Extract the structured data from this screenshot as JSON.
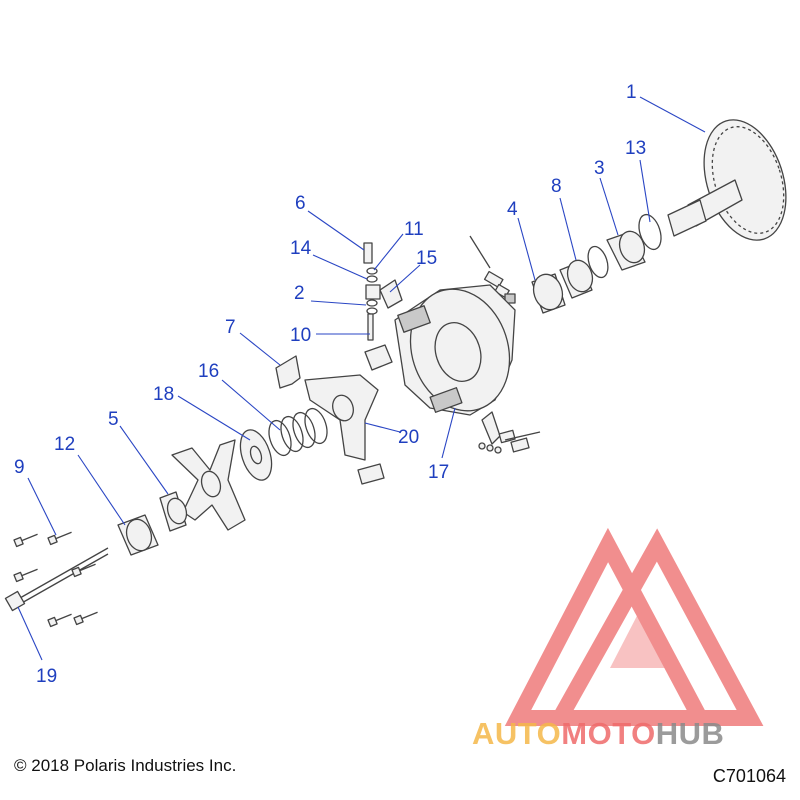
{
  "callouts": [
    {
      "label": "1"
    },
    {
      "label": "2"
    },
    {
      "label": "3"
    },
    {
      "label": "4"
    },
    {
      "label": "5"
    },
    {
      "label": "6"
    },
    {
      "label": "7"
    },
    {
      "label": "8"
    },
    {
      "label": "9"
    },
    {
      "label": "10"
    },
    {
      "label": "11"
    },
    {
      "label": "12"
    },
    {
      "label": "13"
    },
    {
      "label": "14"
    },
    {
      "label": "15"
    },
    {
      "label": "16"
    },
    {
      "label": "17"
    },
    {
      "label": "18"
    },
    {
      "label": "19"
    },
    {
      "label": "20"
    }
  ],
  "footer": {
    "copyright": "© 2018 Polaris Industries Inc.",
    "code": "C701064"
  },
  "watermark": {
    "part1": "AUTO",
    "part2": "MOTO",
    "part3": "HUB",
    "color_part1": "#f5b84a",
    "color_part2": "#ef6b6b",
    "color_part3": "#8a8a8a",
    "logo_color": "#ef7b7b"
  }
}
